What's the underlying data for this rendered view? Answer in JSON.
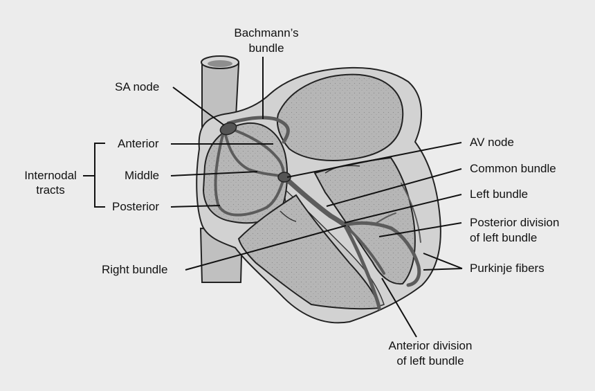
{
  "labels": {
    "bachmanns_line1": "Bachmann’s",
    "bachmanns_line2": "bundle",
    "sa_node": "SA node",
    "anterior": "Anterior",
    "internodal_line1": "Internodal",
    "internodal_line2": "tracts",
    "middle": "Middle",
    "posterior": "Posterior",
    "right_bundle": "Right bundle",
    "av_node": "AV node",
    "common_bundle": "Common bundle",
    "left_bundle": "Left bundle",
    "posterior_division_line1": "Posterior division",
    "posterior_division_line2": "of left bundle",
    "purkinje_fibers": "Purkinje fibers",
    "anterior_division_line1": "Anterior division",
    "anterior_division_line2": "of left bundle"
  },
  "colors": {
    "background": "#ececec",
    "heart_wall": "#d2d2d2",
    "chamber": "#b4b4b4",
    "conduction_path": "#5c5c5c",
    "outline": "#222222",
    "text": "#111111"
  }
}
